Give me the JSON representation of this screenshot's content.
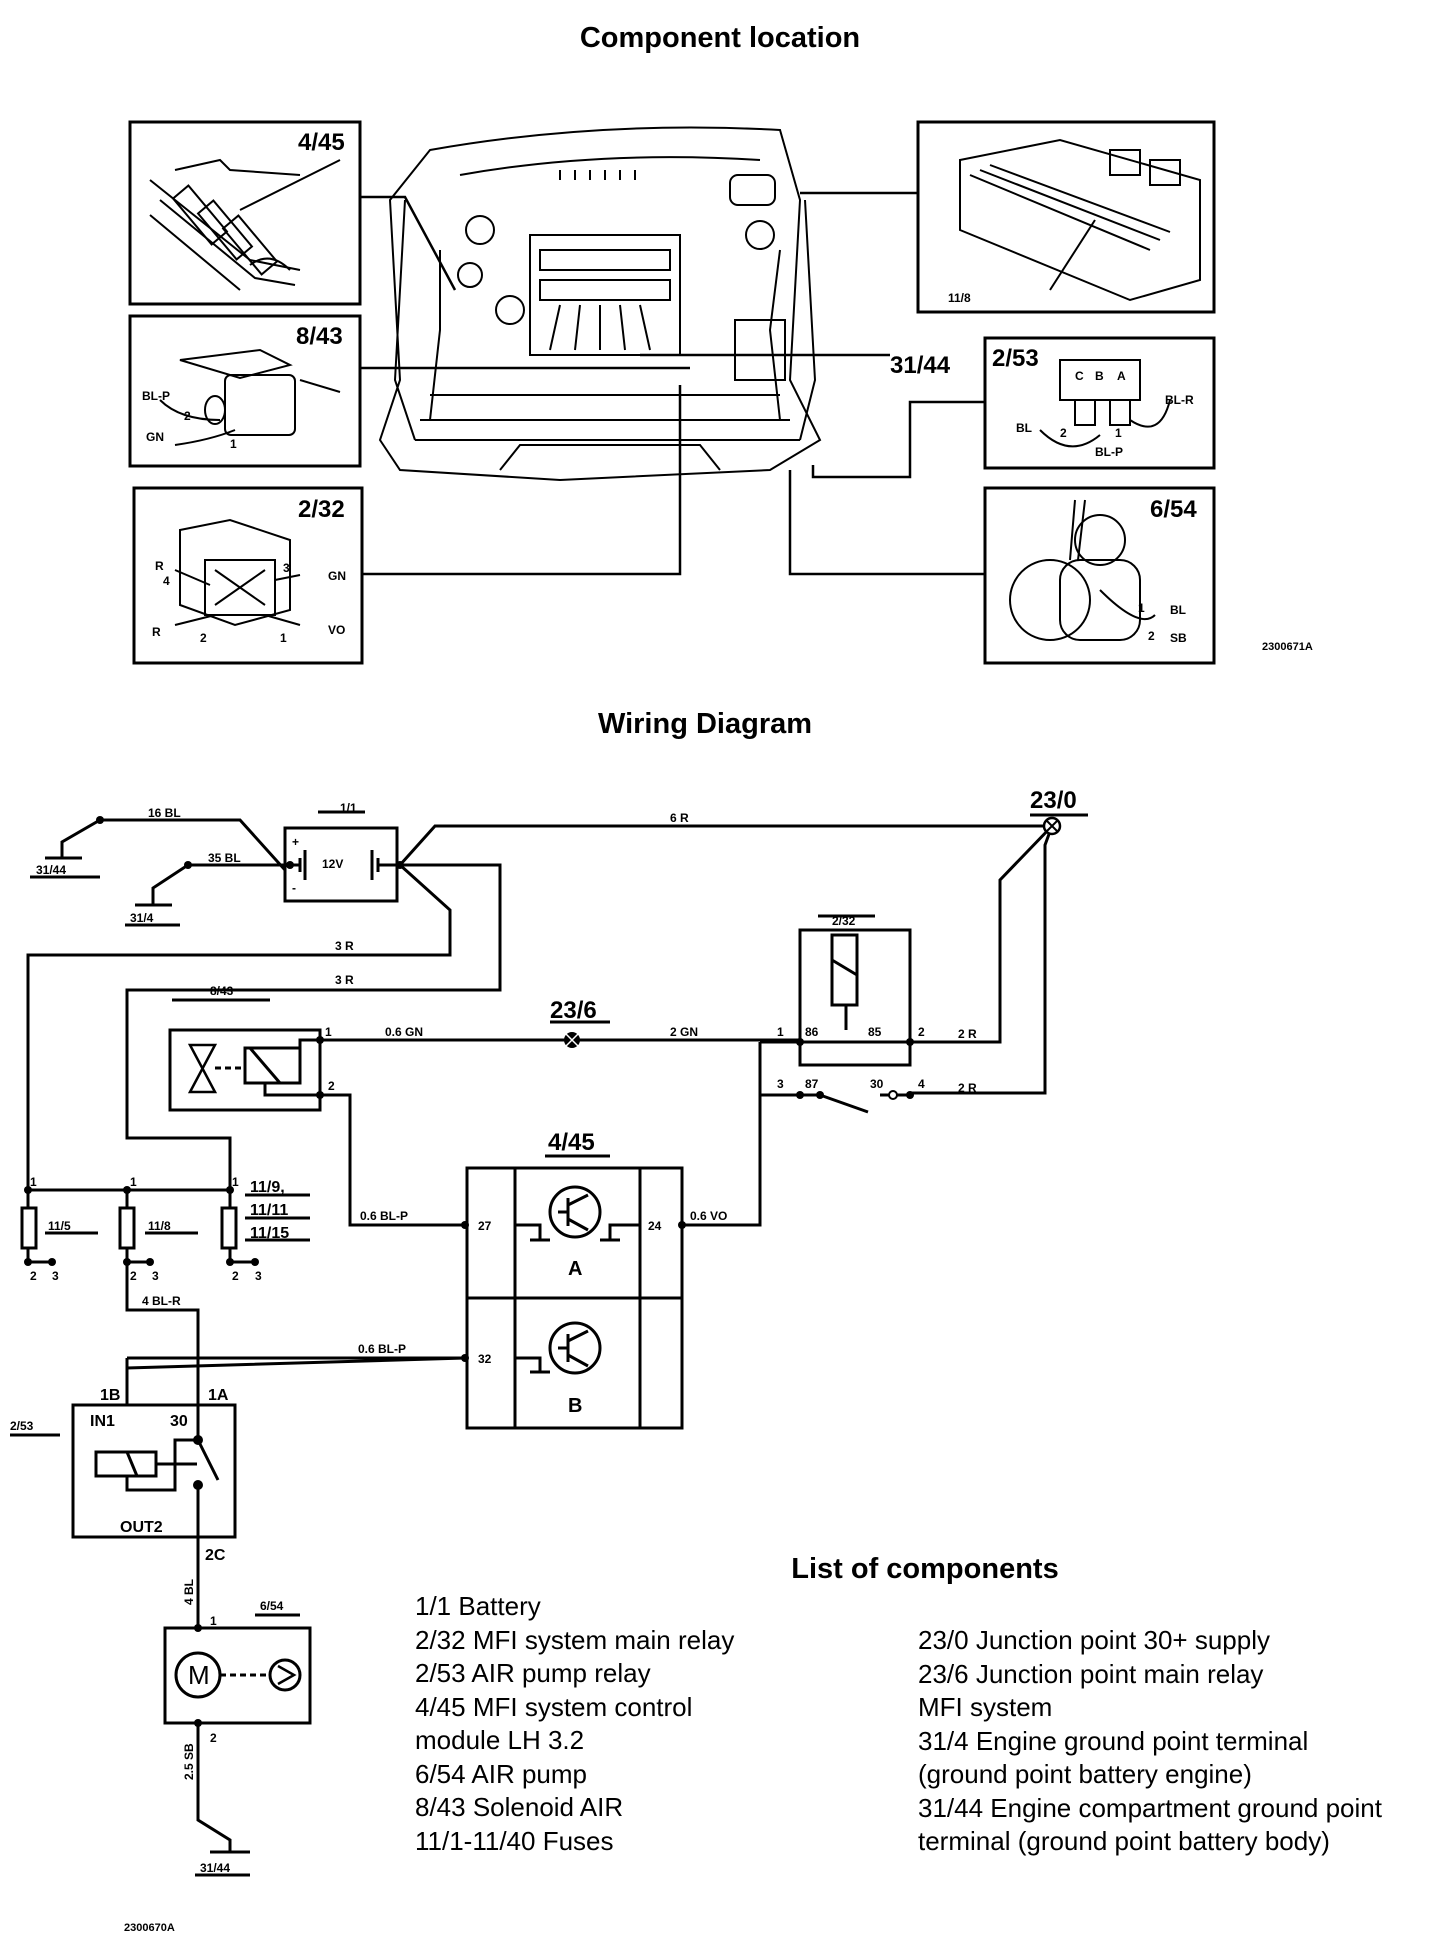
{
  "titles": {
    "component_location": "Component location",
    "wiring_diagram": "Wiring Diagram",
    "list_of_components": "List of components"
  },
  "figure_codes": {
    "location": "2300671A",
    "wiring": "2300670A"
  },
  "location_callouts": {
    "c4_45": "4/45",
    "c8_43": "8/43",
    "c2_32": "2/32",
    "c31_44": "31/44",
    "c2_53": "2/53",
    "c6_54": "6/54",
    "c11_fusebox": "11/8"
  },
  "location_pin_labels": {
    "c8_43": {
      "wire1": "BL-P",
      "wire2": "GN",
      "pin2": "2",
      "pin1": "1"
    },
    "c2_32": {
      "wire1": "R",
      "wire2": "R",
      "pin4": "4",
      "pin3": "3",
      "pin2": "2",
      "pin1": "1",
      "wire3": "GN",
      "wire4": "VO"
    },
    "c2_53": {
      "wire1": "BL",
      "wire2": "BL-R",
      "wire3": "BL-P",
      "pin2": "2",
      "pin1": "1",
      "term_c": "C",
      "term_b": "B",
      "term_a": "A"
    },
    "c6_54": {
      "wire1": "BL",
      "wire2": "SB",
      "pin1": "1",
      "pin2": "2"
    }
  },
  "wiring": {
    "battery": {
      "id": "1/1",
      "voltage": "12V",
      "plus": "+",
      "minus": "-"
    },
    "ground_31_44": "31/44",
    "ground_31_4": "31/4",
    "ground_31_44_bottom": "31/44",
    "junction_23_0": "23/0",
    "junction_23_6": "23/6",
    "main_relay": {
      "id": "2/32",
      "pins": {
        "p86": "86",
        "p85": "85",
        "p87": "87",
        "p30": "30"
      },
      "conn": {
        "c1": "1",
        "c2": "2",
        "c3": "3",
        "c4": "4"
      }
    },
    "solenoid": {
      "id": "8/43",
      "pin1": "1",
      "pin2": "2"
    },
    "control_module": {
      "id": "4/45",
      "pin27": "27",
      "pin24": "24",
      "pin32": "32",
      "stage_a": "A",
      "stage_b": "B"
    },
    "fuses": {
      "f1": "11/5",
      "f2": "11/8",
      "f3_labels": [
        "11/9,",
        "11/11",
        "11/15"
      ],
      "pin_top": "1",
      "pin_bot_a": "2",
      "pin_bot_b": "3"
    },
    "air_pump_relay": {
      "id": "2/53",
      "term_1b": "1B",
      "term_1a": "1A",
      "term_2c": "2C",
      "pin_in1": "IN1",
      "pin_30": "30",
      "pin_out2": "OUT2"
    },
    "air_pump": {
      "id": "6/54",
      "motor": "M",
      "pin1": "1",
      "pin2": "2"
    },
    "wires": {
      "w16bl": "16 BL",
      "w35bl": "35 BL",
      "w6r": "6 R",
      "w3r_a": "3 R",
      "w3r_b": "3 R",
      "w06gn": "0.6 GN",
      "w2gn": "2 GN",
      "w2r_a": "2 R",
      "w2r_b": "2 R",
      "w06blp_a": "0.6 BL-P",
      "w06vo": "0.6 VO",
      "w06blp_b": "0.6 BL-P",
      "w4blr": "4 BL-R",
      "w4bl": "4 BL",
      "w25sb": "2.5 SB"
    }
  },
  "components_left": [
    "1/1 Battery",
    "2/32 MFI system main relay",
    "2/53 AIR pump relay",
    "4/45 MFI system control",
    "module LH 3.2",
    "6/54 AIR pump",
    "8/43 Solenoid AIR",
    "11/1-11/40 Fuses"
  ],
  "components_right": [
    "23/0 Junction point 30+ supply",
    "23/6 Junction point main relay",
    "MFI system",
    "31/4 Engine ground point terminal",
    "(ground point battery engine)",
    "31/44 Engine compartment ground point",
    "terminal (ground point battery body)"
  ]
}
